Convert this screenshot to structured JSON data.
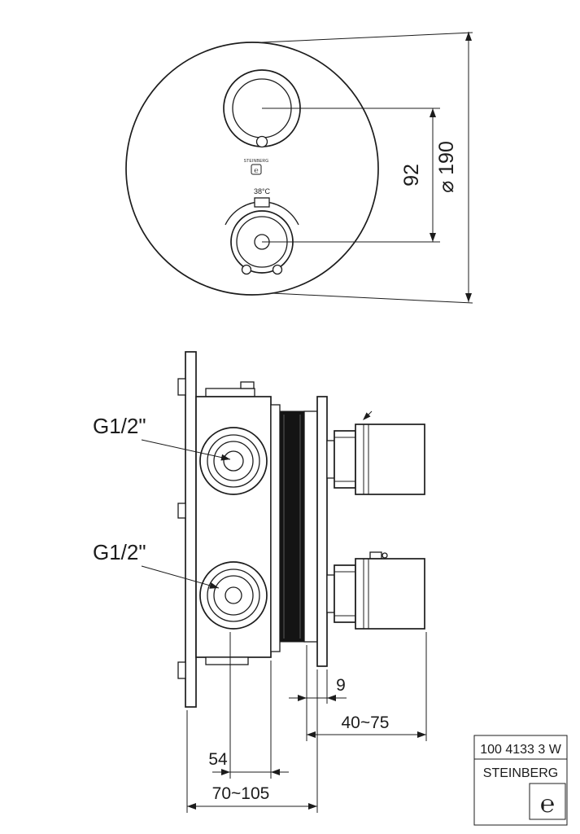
{
  "front_view": {
    "logo_text": "STEINBERG",
    "logo_glyph": "℮",
    "temp_label": "38°C",
    "dimensions": {
      "handle_spacing": "92",
      "plate_diameter": "⌀ 190"
    }
  },
  "side_view": {
    "connection_top": "G1/2\"",
    "connection_bottom": "G1/2\"",
    "dimensions": {
      "plate_thickness": "9",
      "install_depth": "40~75",
      "body_depth": "54",
      "total_depth": "70~105"
    }
  },
  "title_block": {
    "model_number": "100 4133 3 W",
    "brand": "STEINBERG",
    "logo_glyph": "℮"
  }
}
